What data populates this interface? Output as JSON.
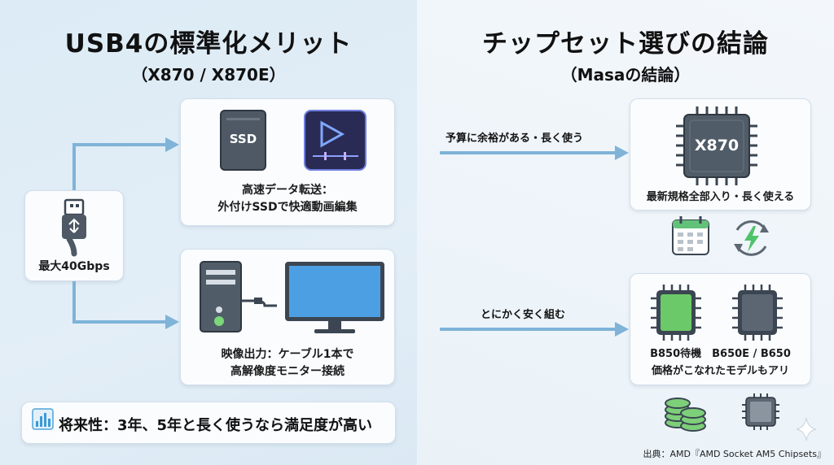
{
  "left": {
    "title": "USB4の標準化メリット",
    "subtitle": "（X870 / X870E）",
    "usb_label": "最大40Gbps",
    "top_card": {
      "ssd_label": "SSD",
      "caption_line1": "高速データ転送：",
      "caption_line2": "外付けSSDで快適動画編集"
    },
    "bottom_card": {
      "caption_line1": "映像出力：ケーブル1本で",
      "caption_line2": "高解像度モニター接続"
    },
    "footer_text": "将来性：3年、5年と長く使うなら満足度が高い"
  },
  "right": {
    "title": "チップセット選びの結論",
    "subtitle": "（Masaの結論）",
    "top_arrow_label": "予算に余裕がある・長く使う",
    "top_card": {
      "chip_label": "X870",
      "caption": "最新規格全部入り・長く使える"
    },
    "bottom_arrow_label": "とにかく安く組む",
    "bottom_card": {
      "caption_line1": "B850待機　B650E / B650",
      "caption_line2": "価格がこなれたモデルもアリ"
    },
    "source": "出典：AMD『AMD Socket AM5 Chipsets』"
  },
  "icons": [
    "usb-plug-icon",
    "ssd-icon",
    "video-play-icon",
    "desktop-tower-icon",
    "monitor-icon",
    "bar-chart-icon",
    "cpu-chip-icon",
    "calendar-icon",
    "power-cycle-icon",
    "green-chip-icon",
    "dark-chip-icon",
    "coin-stack-icon",
    "small-chip-icon",
    "sparkle-icon"
  ],
  "colors": {
    "arrow": "#7fb3d8",
    "chip_green": "#6cc96a",
    "chip_dark": "#3f4a57",
    "card_border": "#d4dee8"
  }
}
